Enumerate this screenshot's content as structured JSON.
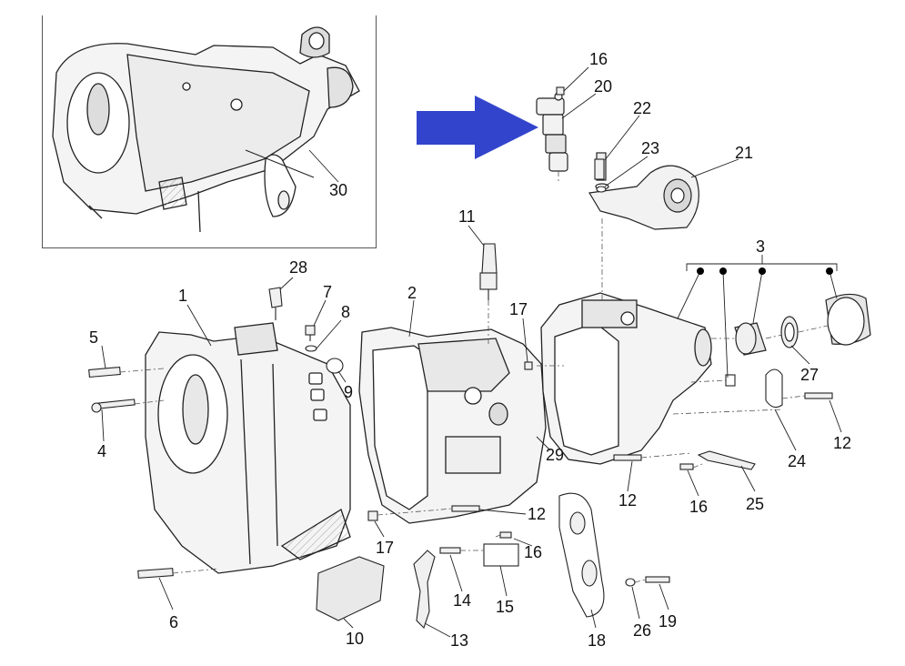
{
  "diagram": {
    "arrow_color": "#3344cc",
    "line_color": "#222222",
    "part_numbers": [
      "1",
      "2",
      "3",
      "4",
      "5",
      "6",
      "7",
      "8",
      "9",
      "10",
      "11",
      "12",
      "12",
      "12",
      "12",
      "13",
      "14",
      "15",
      "16",
      "16",
      "16",
      "17",
      "17",
      "18",
      "19",
      "20",
      "21",
      "22",
      "23",
      "24",
      "25",
      "26",
      "27",
      "28",
      "29",
      "30"
    ]
  }
}
